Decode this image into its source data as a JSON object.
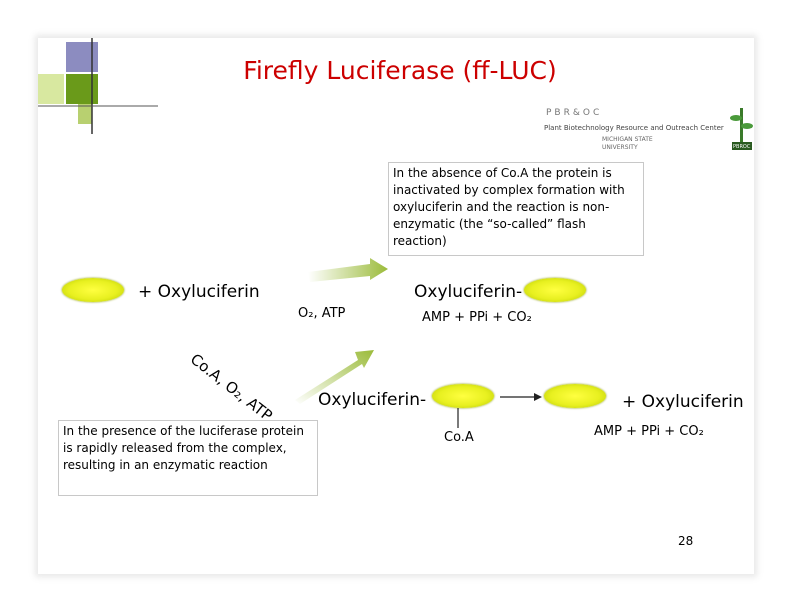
{
  "slide": {
    "title": "Firefly Luciferase (ff-LUC)",
    "page_number": "28"
  },
  "logo": {
    "line1": "PBR&OC",
    "line2": "Plant Biotechnology Resource and Outreach Center",
    "line3": "MICHIGAN STATE",
    "line4": "UNIVERSITY",
    "badge": "PBROC"
  },
  "notes": {
    "absence": "In the absence of Co.A the protein is inactivated by complex formation with oxyluciferin and the reaction is non-enzymatic (the “so-called” flash reaction)",
    "presence": "In the presence of the luciferase protein is rapidly released from the complex, resulting in an enzymatic reaction"
  },
  "reaction": {
    "plus_oxyluciferin_top": "+ Oxyluciferin",
    "o2_atp": "O₂, ATP",
    "oxyluciferin_complex_top": "Oxyluciferin-",
    "amp_ppi_top": "AMP + PPi + CO₂",
    "coa_diagonal": "Co.A, O₂, ATP",
    "oxyluciferin_complex_bottom": "Oxyluciferin-",
    "coa_bottom": "Co.A",
    "plus_oxyluciferin_bottom": "+ Oxyluciferin",
    "amp_ppi_bottom": "AMP + PPi + CO₂"
  }
}
